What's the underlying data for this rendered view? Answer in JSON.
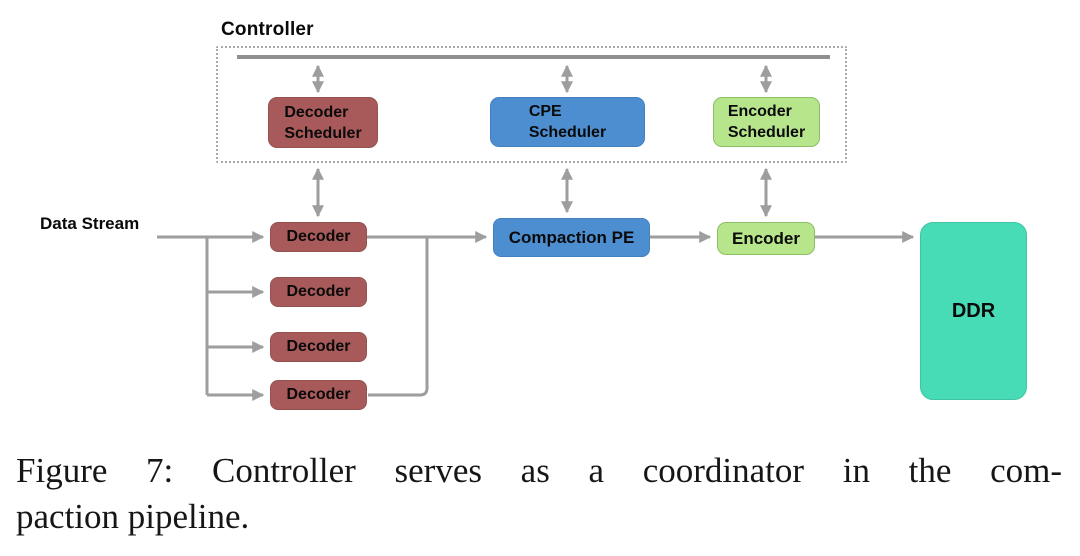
{
  "figure": {
    "controller_label": "Controller",
    "data_stream_label": "Data Stream",
    "schedulers": [
      {
        "id": "decoder-scheduler",
        "line1": "Decoder",
        "line2": "Scheduler"
      },
      {
        "id": "cpe-scheduler",
        "line1": "CPE",
        "line2": "Scheduler"
      },
      {
        "id": "encoder-scheduler",
        "line1": "Encoder",
        "line2": "Scheduler"
      }
    ],
    "decoders": [
      "Decoder",
      "Decoder",
      "Decoder",
      "Decoder"
    ],
    "compaction_pe_label": "Compaction PE",
    "encoder_label": "Encoder",
    "ddr_label": "DDR",
    "colors": {
      "scheduler_decoder": "#a85a5a",
      "scheduler_cpe": "#4d8ed0",
      "scheduler_encoder": "#b7e58c",
      "decoder": "#a85a5a",
      "compaction_pe": "#4d8ed0",
      "encoder": "#b7e58c",
      "ddr": "#47dcb6",
      "wire_gray": "#9e9e9e",
      "bus_gray": "#8f8f8f"
    }
  },
  "caption": {
    "line1": "Figure 7:  Controller serves as a coordinator in the com-",
    "line2": "paction pipeline."
  }
}
